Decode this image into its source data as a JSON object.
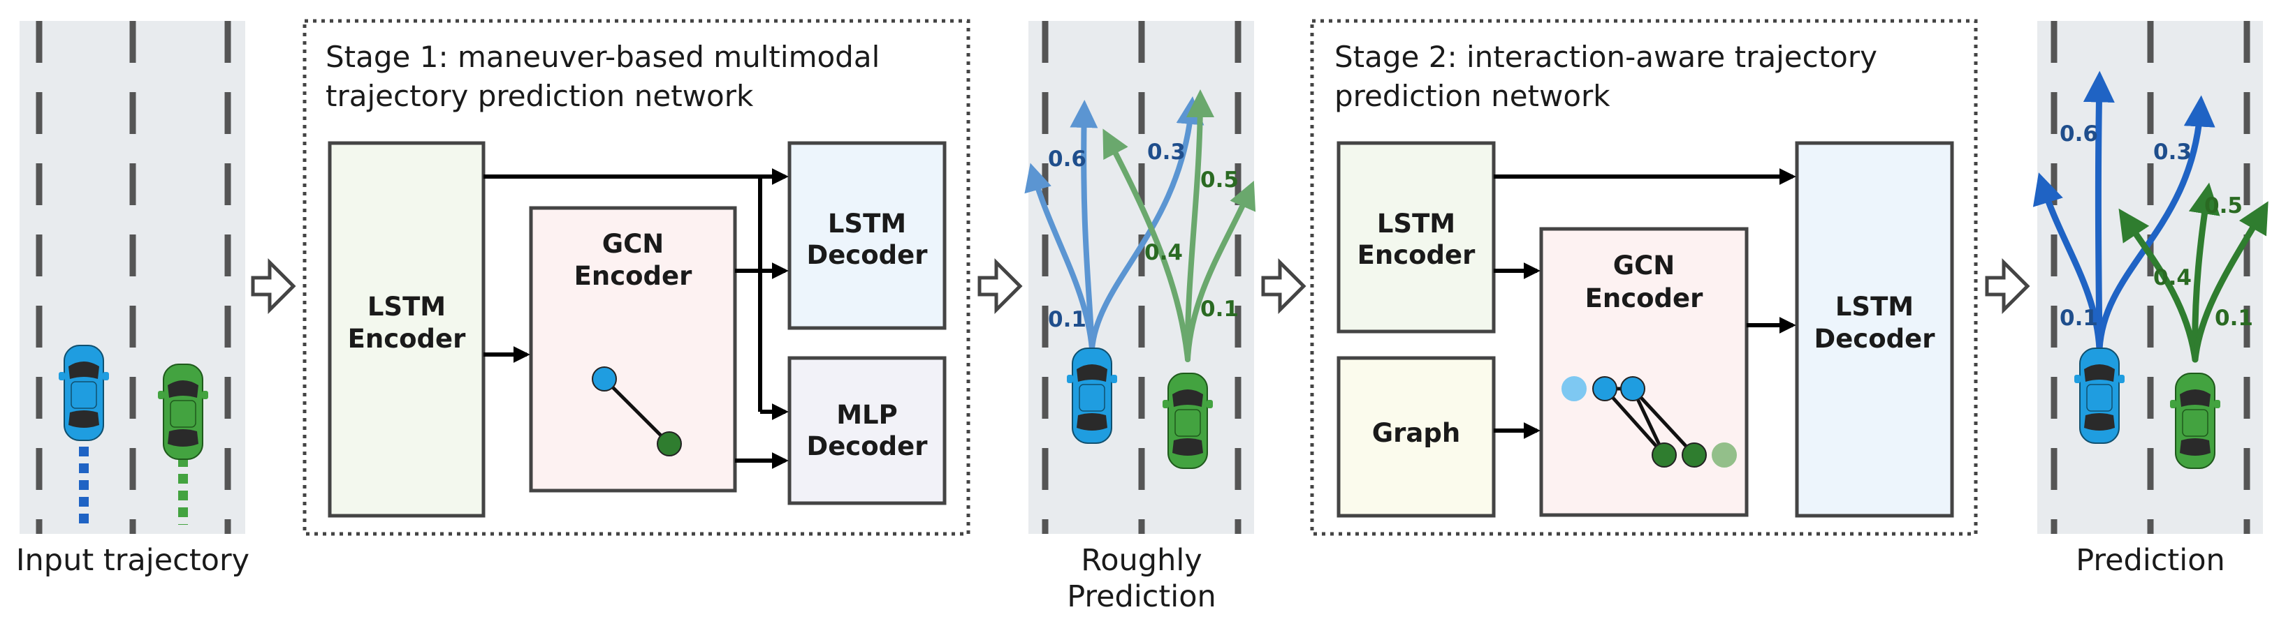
{
  "captions": {
    "input": "Input trajectory",
    "rough_line1": "Roughly",
    "rough_line2": "Prediction",
    "prediction": "Prediction"
  },
  "stage1": {
    "title_line1": "Stage 1: maneuver-based multimodal",
    "title_line2": "trajectory prediction network",
    "lstm_encoder": [
      "LSTM",
      "Encoder"
    ],
    "gcn_encoder": [
      "GCN",
      "Encoder"
    ],
    "lstm_decoder": [
      "LSTM",
      "Decoder"
    ],
    "mlp_decoder": [
      "MLP",
      "Decoder"
    ]
  },
  "stage2": {
    "title_line1": "Stage 2: interaction-aware trajectory",
    "title_line2": "prediction network",
    "lstm_encoder": [
      "LSTM",
      "Encoder"
    ],
    "graph": "Graph",
    "gcn_encoder": [
      "GCN",
      "Encoder"
    ],
    "lstm_decoder": [
      "LSTM",
      "Decoder"
    ]
  },
  "probabilities": {
    "blue": [
      "0.6",
      "0.3",
      "0.1"
    ],
    "green": [
      "0.5",
      "0.4",
      "0.1"
    ]
  },
  "colors": {
    "road": "#e8ebee",
    "lane": "#555555",
    "blue_car": "#1f9de0",
    "green_car": "#43a340",
    "blue_rough": "#5b95d2",
    "green_rough": "#6aa86d",
    "blue_final": "#1f63c4",
    "green_final": "#2f7d2f",
    "blue_text": "#1f4e8c",
    "green_text": "#2a6a22",
    "lstm_enc_fill": "#f3f8ee",
    "gcn_fill": "#fdf2f2",
    "lstm_dec_fill": "#edf5fc",
    "mlp_fill": "#f2f2f8",
    "graph_fill": "#fbfbed"
  }
}
